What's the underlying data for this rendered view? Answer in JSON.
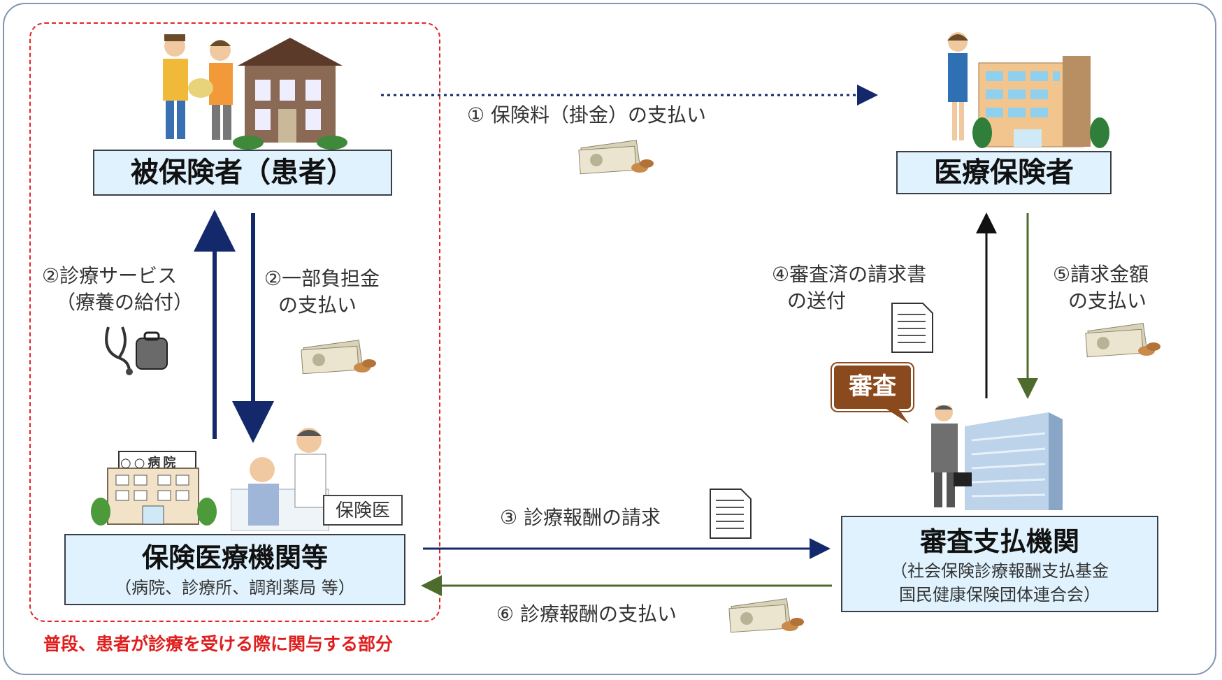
{
  "nodes": {
    "insured": "被保険者（患者）",
    "insurer": "医療保険者",
    "medical_institution": {
      "title": "保険医療機関等",
      "subtitle": "（病院、診療所、調剤薬局 等）"
    },
    "review_body": {
      "title": "審査支払機関",
      "subtitle_line1": "（社会保険診療報酬支払基金",
      "subtitle_line2": "国民健康保険団体連合会）"
    }
  },
  "flows": {
    "f1": "① 保険料（掛金）の支払い",
    "f2a_line1": "②診療サービス",
    "f2a_line2": "（療養の給付）",
    "f2b_line1": "②一部負担金",
    "f2b_line2": "の支払い",
    "f3": "③ 診療報酬の請求",
    "f4_line1": "④審査済の請求書",
    "f4_line2": "の送付",
    "f5_line1": "⑤請求金額",
    "f5_line2": "の支払い",
    "f6": "⑥ 診療報酬の支払い"
  },
  "hospital_sign": "○○病院",
  "doctor_tag": "保険医",
  "review_bubble": "審査",
  "footnote": "普段、患者が診療を受ける際に関与する部分",
  "icons": [
    "family-house-icon",
    "insurer-office-icon",
    "money-icon",
    "stethoscope-bag-icon",
    "document-icon",
    "hospital-icon",
    "doctor-patient-icon",
    "businessman-building-icon"
  ],
  "colors": {
    "box_fill": "#dff2fd",
    "navy_arrow": "#13296b",
    "green_arrow": "#4c6b2d",
    "black_arrow": "#111111",
    "dashed_border": "#e22424",
    "review_bubble": "#8b4a1d"
  }
}
